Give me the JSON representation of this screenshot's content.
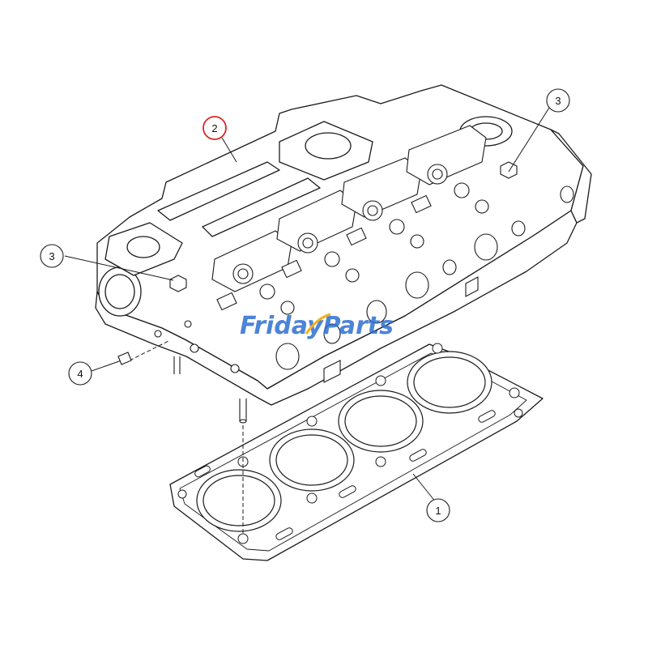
{
  "watermark": {
    "part1": "Friday",
    "part2": "Parts",
    "color": "#2d6fd1",
    "accent": "#f2b01e"
  },
  "callouts": [
    {
      "id": "gasket",
      "label": "1"
    },
    {
      "id": "cylinder-head",
      "label": "2",
      "highlight": true
    },
    {
      "id": "bolt-right",
      "label": "3"
    },
    {
      "id": "bolt-left",
      "label": "3"
    },
    {
      "id": "dowel",
      "label": "4"
    }
  ],
  "colors": {
    "line": "#1a1a1a",
    "highlight": "#d62828",
    "head_fill": "#ffffff"
  }
}
